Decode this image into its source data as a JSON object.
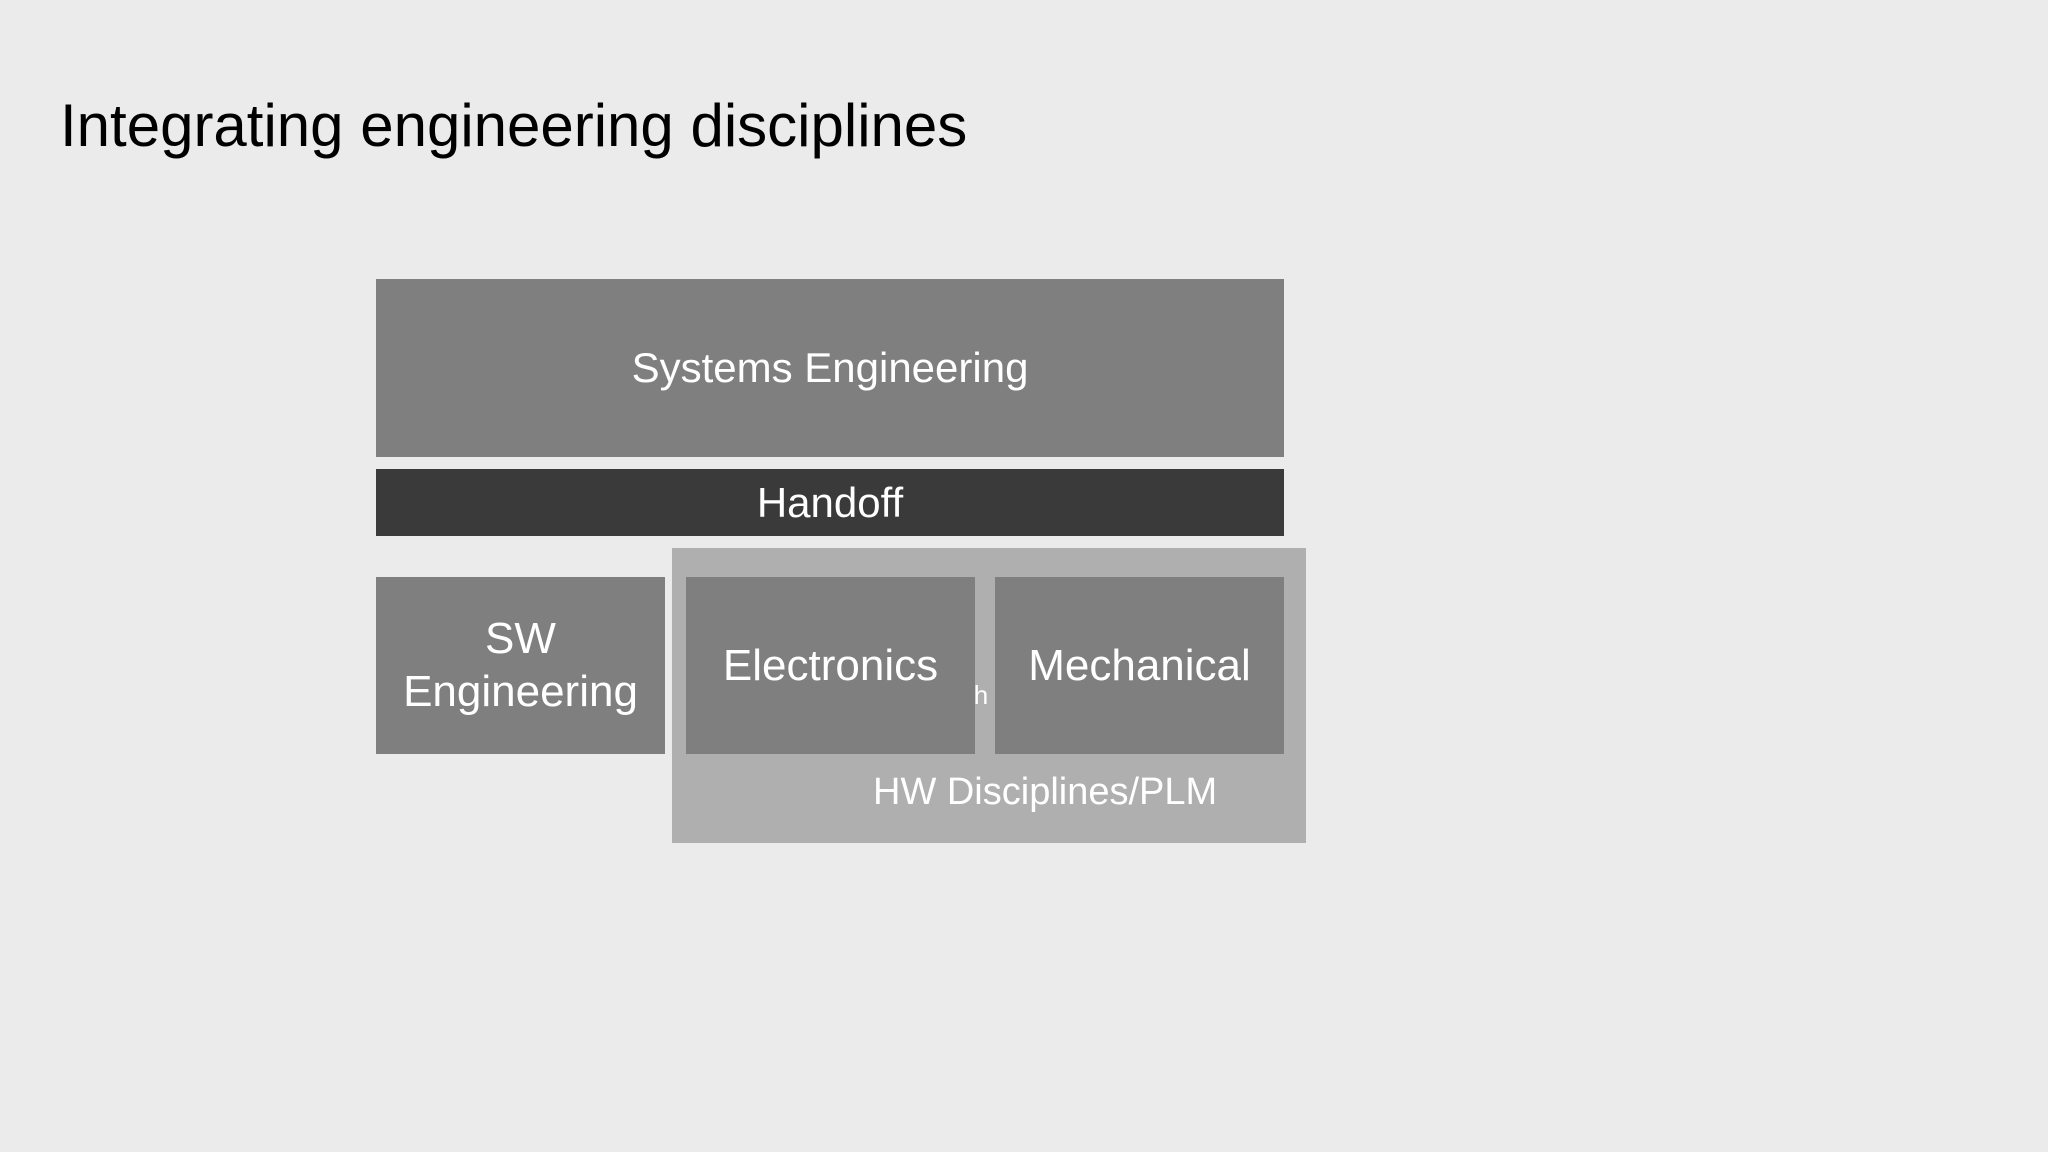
{
  "slide": {
    "title": "Integrating engineering disciplines"
  },
  "diagram": {
    "systems_engineering": "Systems Engineering",
    "handoff": "Handoff",
    "sw_engineering": "SW Engineering",
    "electronics": "Electronics",
    "mechanical": "Mechanical",
    "hw_group_label": "HW Disciplines/PLM",
    "stray_text": "jh"
  },
  "colors": {
    "background": "#ebebeb",
    "box_gray": "#7f7f7f",
    "handoff_dark": "#3a3a3a",
    "hw_group": "#afafaf",
    "text_on_box": "#ffffff",
    "title_text": "#000000"
  }
}
